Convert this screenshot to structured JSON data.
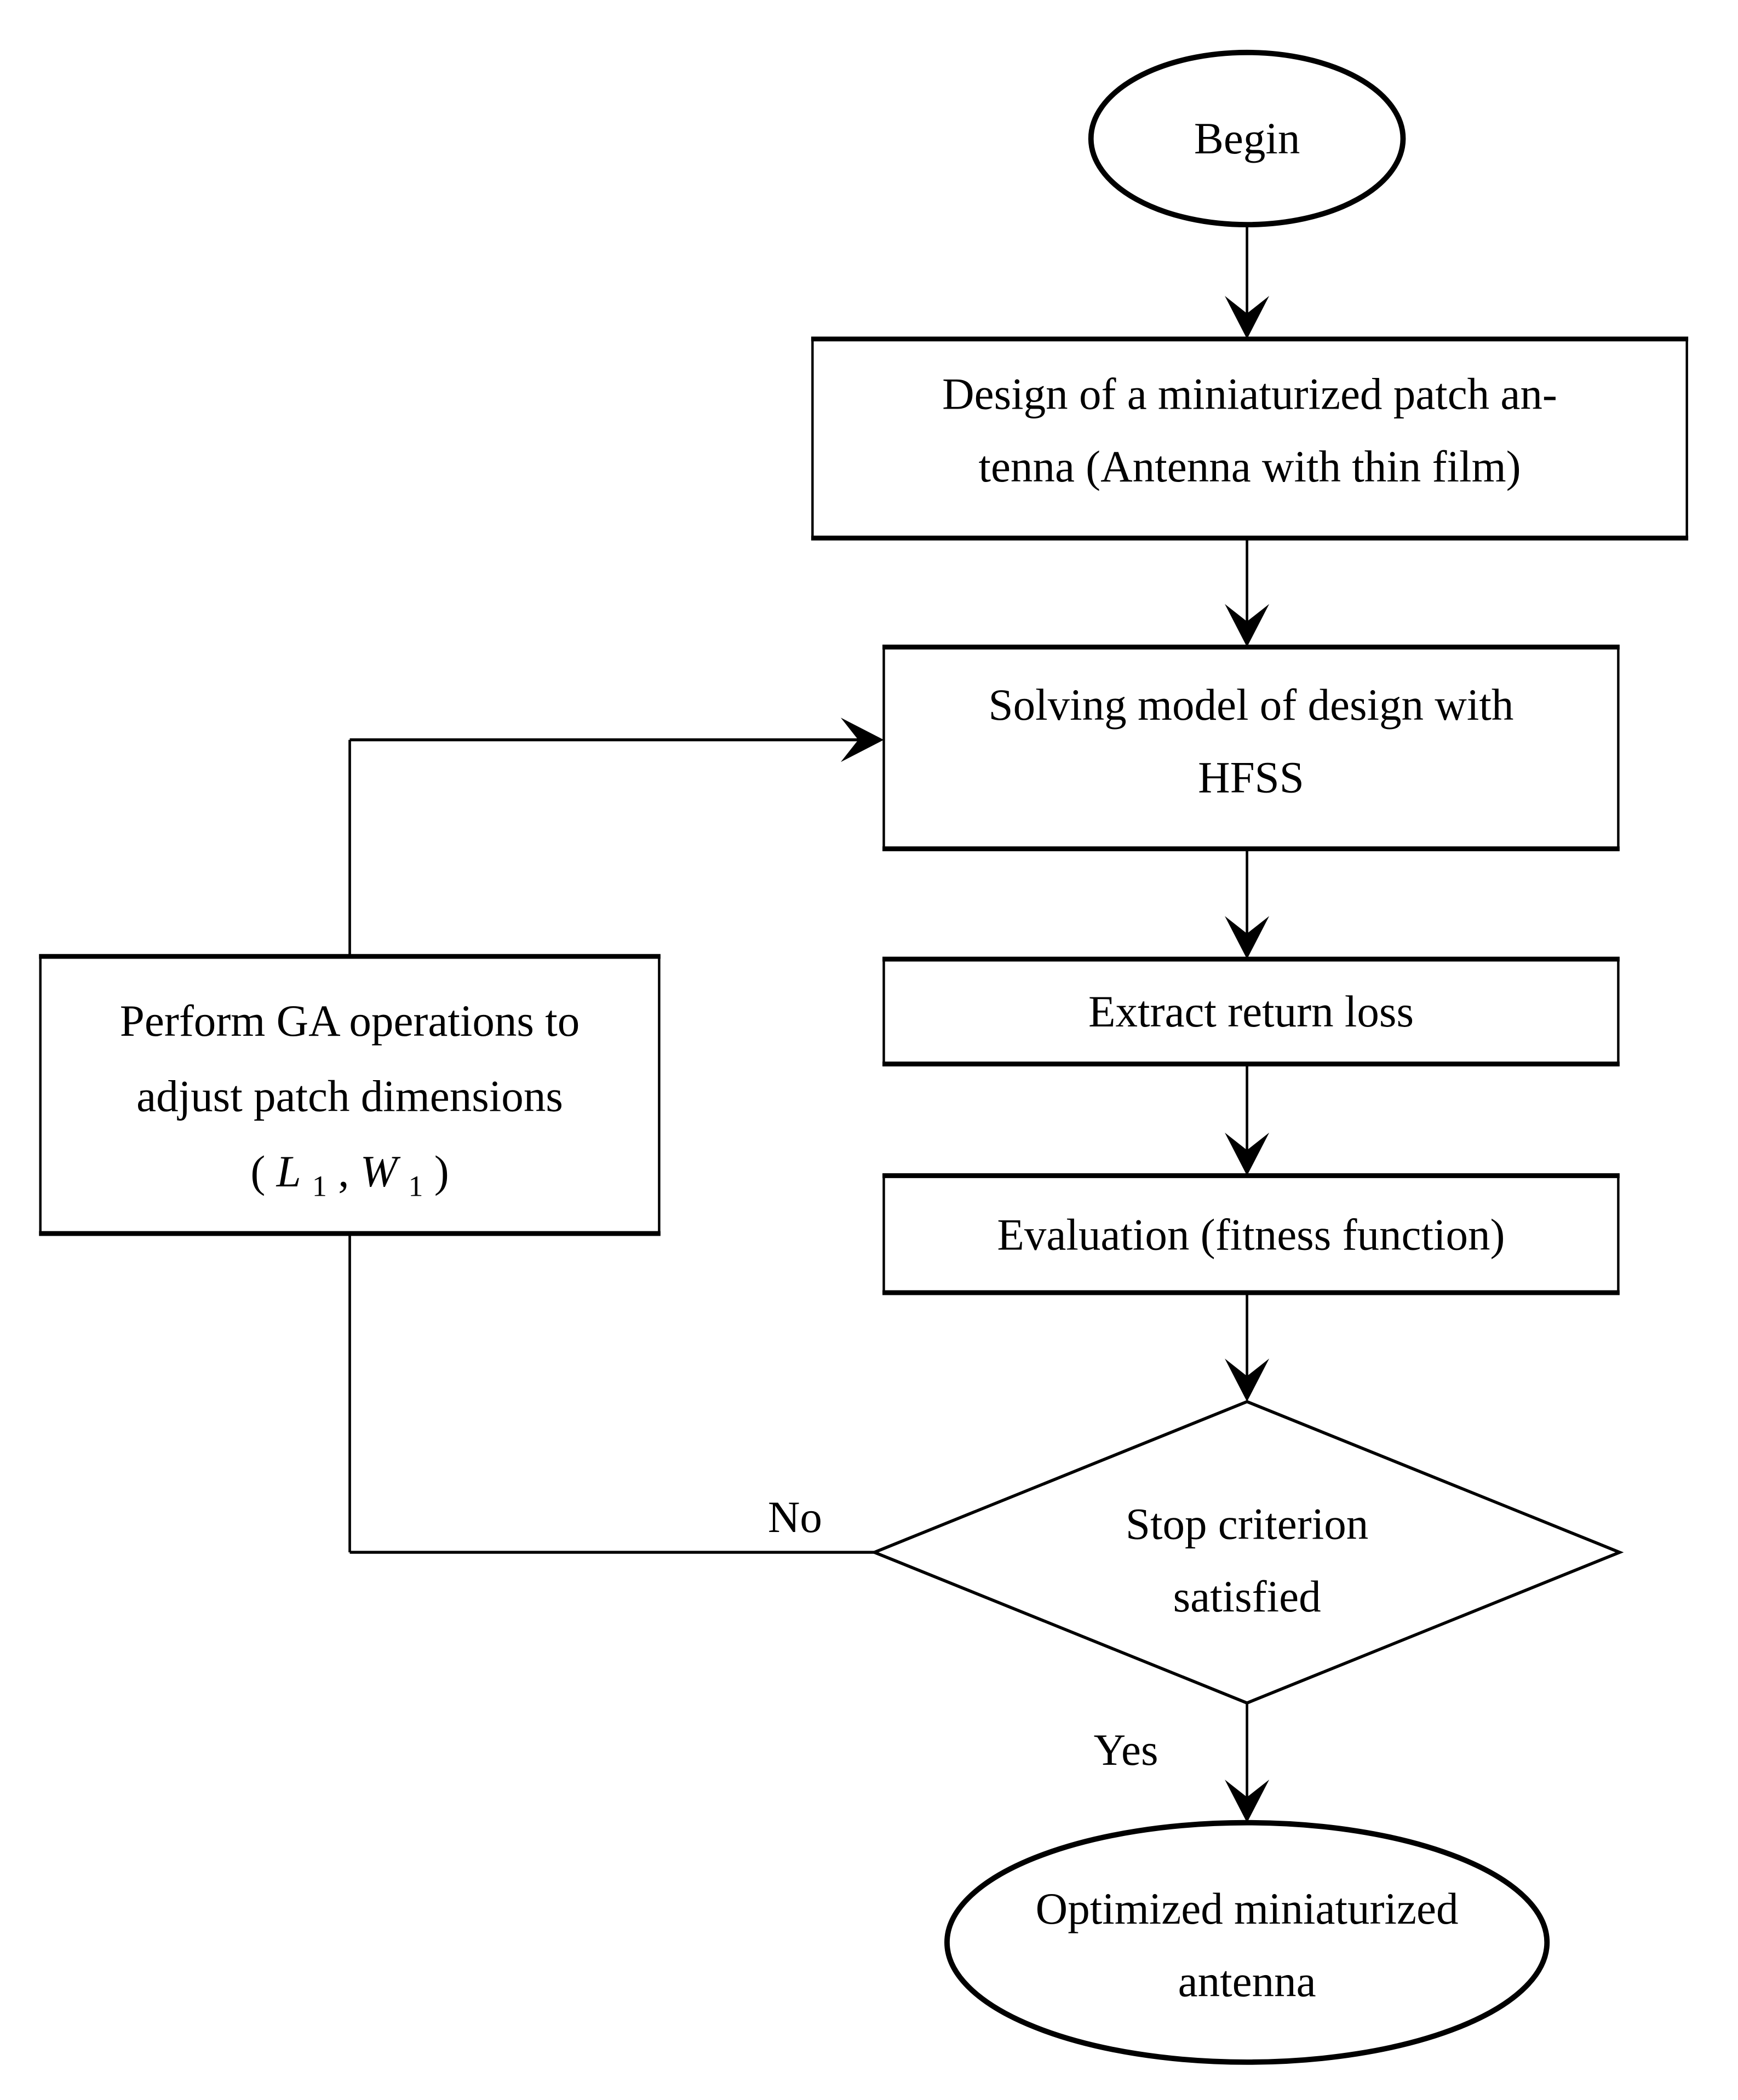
{
  "diagram": {
    "background": "#ffffff",
    "ink": "#000000",
    "nodes": {
      "begin": {
        "type": "ellipse-terminator",
        "label": "Begin"
      },
      "design": {
        "type": "process",
        "line1": "Design of a miniaturized patch an-",
        "line2": "tenna (Antenna with thin film)"
      },
      "solving": {
        "type": "process",
        "line1": "Solving model of design with",
        "line2": "HFSS"
      },
      "extract": {
        "type": "process",
        "line1": "Extract return loss"
      },
      "evaluation": {
        "type": "process",
        "line1": "Evaluation (fitness function)"
      },
      "decision": {
        "type": "decision-diamond",
        "line1": "Stop criterion",
        "line2": "satisfied"
      },
      "ga": {
        "type": "process",
        "line1": "Perform GA operations to",
        "line2": "adjust patch dimensions",
        "formula_parts": [
          "(",
          "L",
          "1",
          ", ",
          "W",
          "1",
          ")"
        ]
      },
      "optimized": {
        "type": "ellipse-terminator",
        "line1": "Optimized miniaturized",
        "line2": "antenna"
      }
    },
    "edge_labels": {
      "no": "No",
      "yes": "Yes"
    }
  }
}
